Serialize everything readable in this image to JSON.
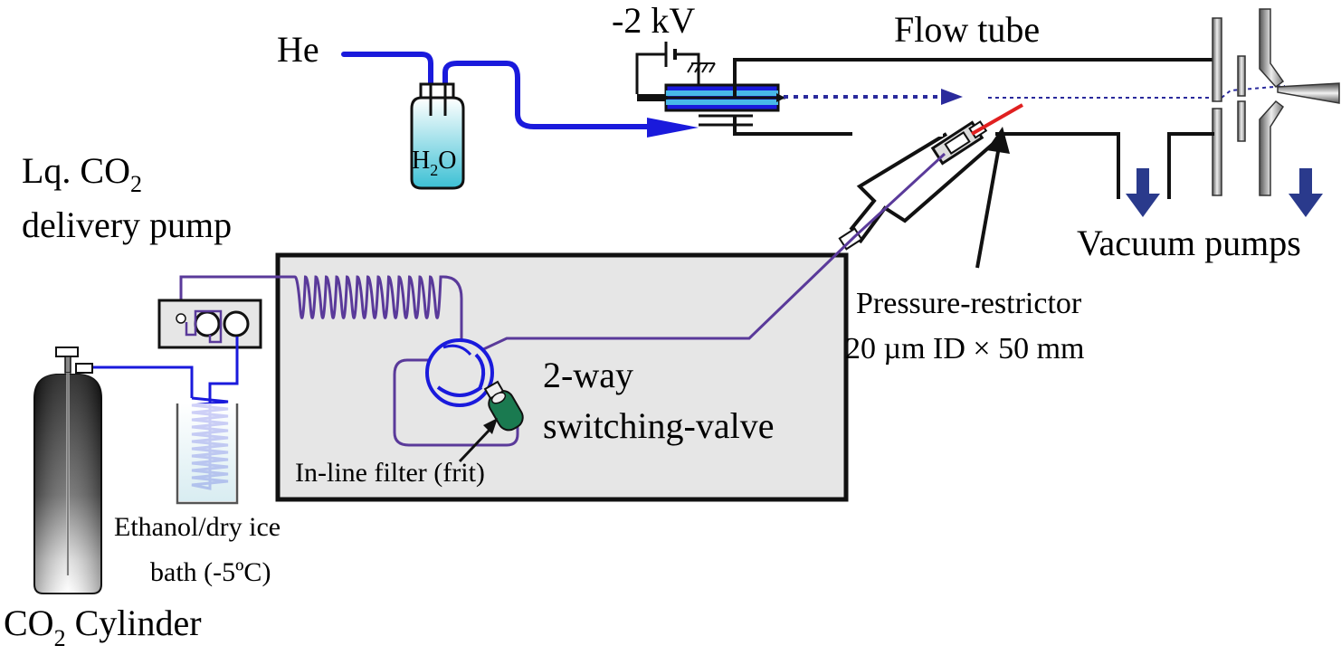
{
  "labels": {
    "he": "He",
    "h2o_main": "H",
    "h2o_sub": "2",
    "h2o_tail": "O",
    "voltage": "-2 kV",
    "flow_tube": "Flow tube",
    "pump_line1_main": "Lq. CO",
    "pump_line1_sub": "2",
    "pump_line2": "delivery pump",
    "vacuum_pumps": "Vacuum pumps",
    "restrictor_line1": "Pressure-restrictor",
    "restrictor_line2": "20 µm ID × 50 mm",
    "valve_line1": "2-way",
    "valve_line2": "switching-valve",
    "filter": "In-line filter (frit)",
    "bath_line1": "Ethanol/dry ice",
    "bath_line2": "bath (-5ºC)",
    "cylinder_main": "CO",
    "cylinder_sub": "2",
    "cylinder_tail": " Cylinder"
  },
  "colors": {
    "helium_line": "#1a1adc",
    "co2_line": "#5a3a9a",
    "water": "#4ec8d8",
    "filter": "#1a7a50",
    "restrictor": "#e02020",
    "enclosure": "#e8e8e8",
    "vacuum_arrow": "#2a3a8c"
  }
}
